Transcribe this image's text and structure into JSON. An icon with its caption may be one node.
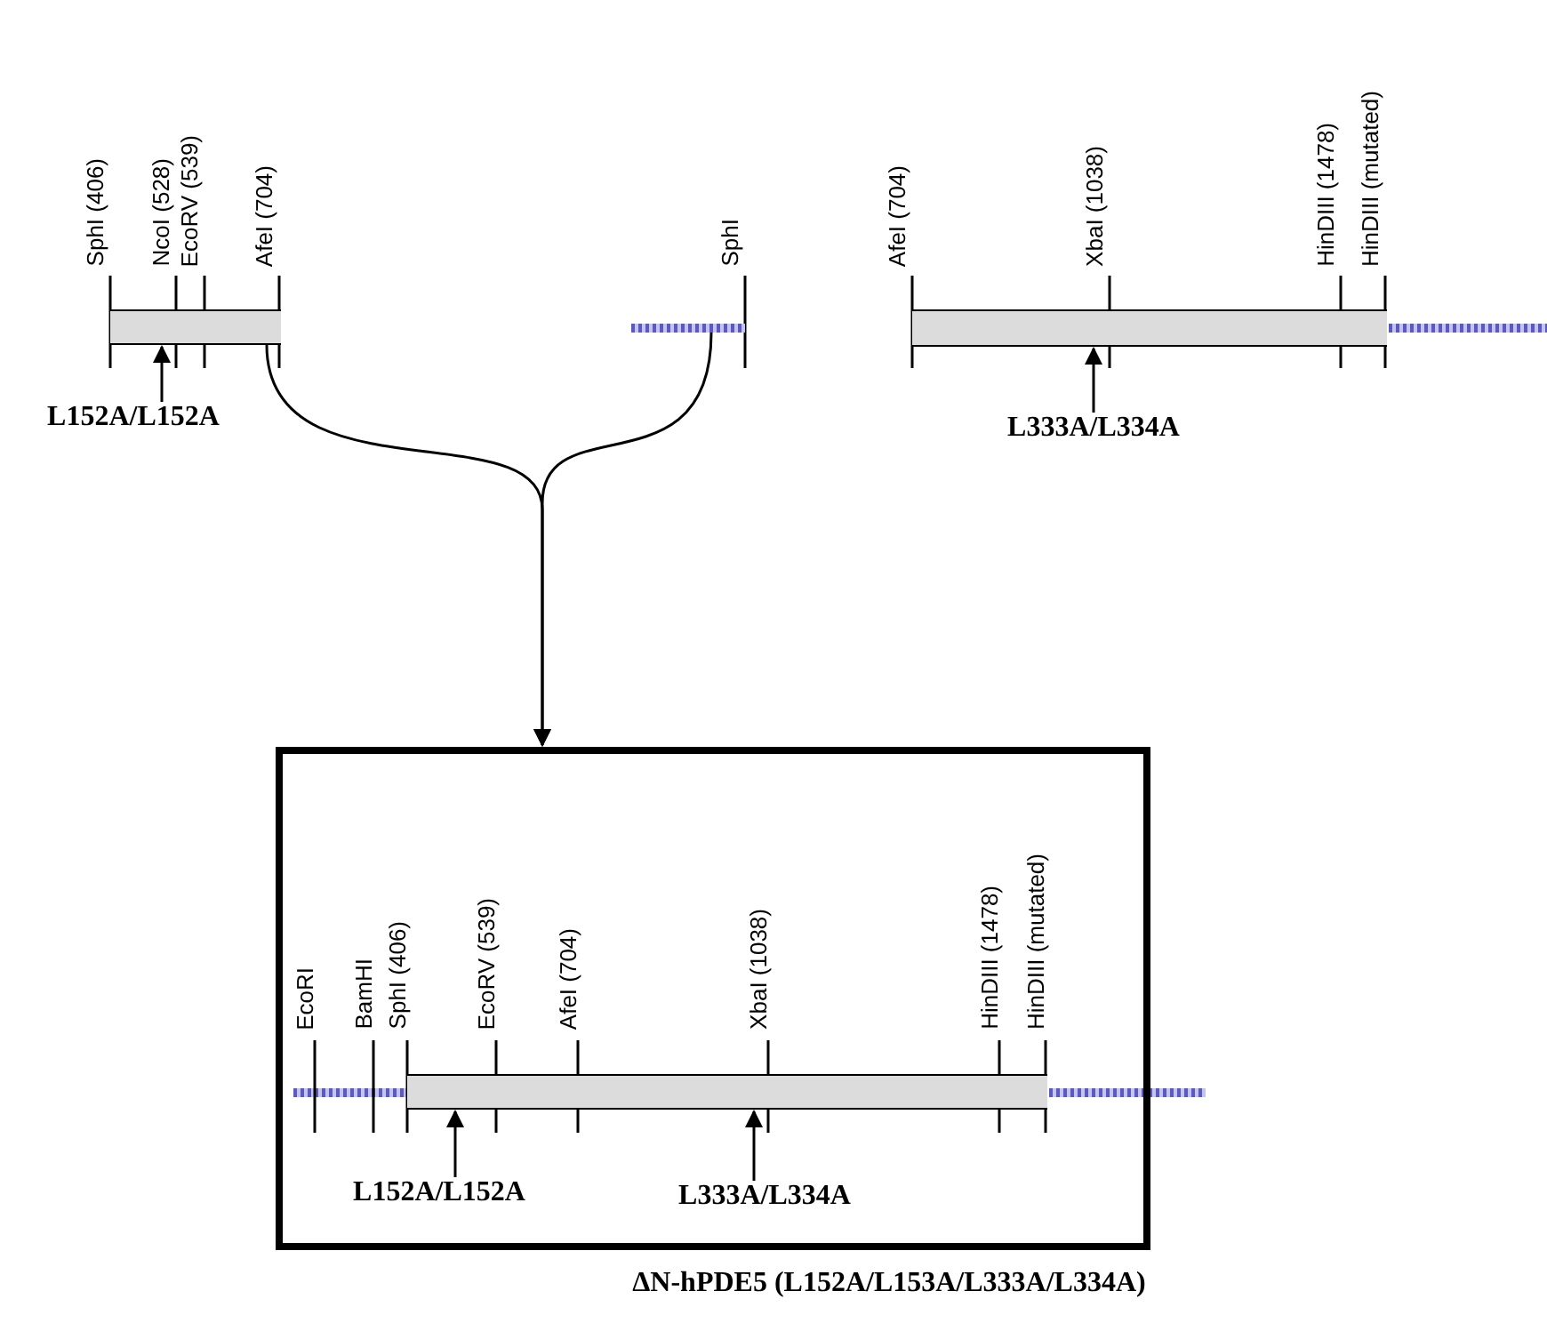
{
  "diagram": {
    "caption": "ΔN-hPDE5 (L152A/L153A/L333A/L334A)",
    "nodes": [
      {
        "text": [],
        "shape": "bar"
      },
      {
        "text": [],
        "shape": "line"
      },
      {
        "text": [],
        "shape": "bar"
      },
      {
        "text": [],
        "shape": "box"
      },
      {
        "text": [],
        "shape": "bar",
        "in": 3
      },
      {
        "text": [
          "L152A/L152A"
        ]
      },
      {
        "text": [
          "L333A/L334A"
        ]
      },
      {
        "text": [
          "L152A/L152A"
        ],
        "in": 3
      },
      {
        "text": [
          "L333A/L334A"
        ],
        "in": 3
      }
    ],
    "edges": [
      {
        "from": 0,
        "to": 3,
        "arrow": "to"
      },
      {
        "from": 1,
        "to": 3,
        "arrow": "to"
      },
      {
        "from": 5,
        "to": 0,
        "arrow": "to"
      },
      {
        "from": 6,
        "to": 2,
        "arrow": "to"
      },
      {
        "from": 7,
        "to": 4,
        "arrow": "to"
      },
      {
        "from": 8,
        "to": 4,
        "arrow": "to"
      }
    ],
    "labels": [
      "SphI (406)",
      "NcoI (528)",
      "EcoRV (539)",
      "AfeI (704)",
      "SphI",
      "AfeI (704)",
      "XbaI (1038)",
      "HinDIII (1478)",
      "HinDIII (mutated)",
      "EcoRI",
      "BamHI",
      "SphI (406)",
      "EcoRV (539)",
      "AfeI (704)",
      "XbaI (1038)",
      "HinDIII (1478)",
      "HinDIII (mutated)"
    ]
  }
}
